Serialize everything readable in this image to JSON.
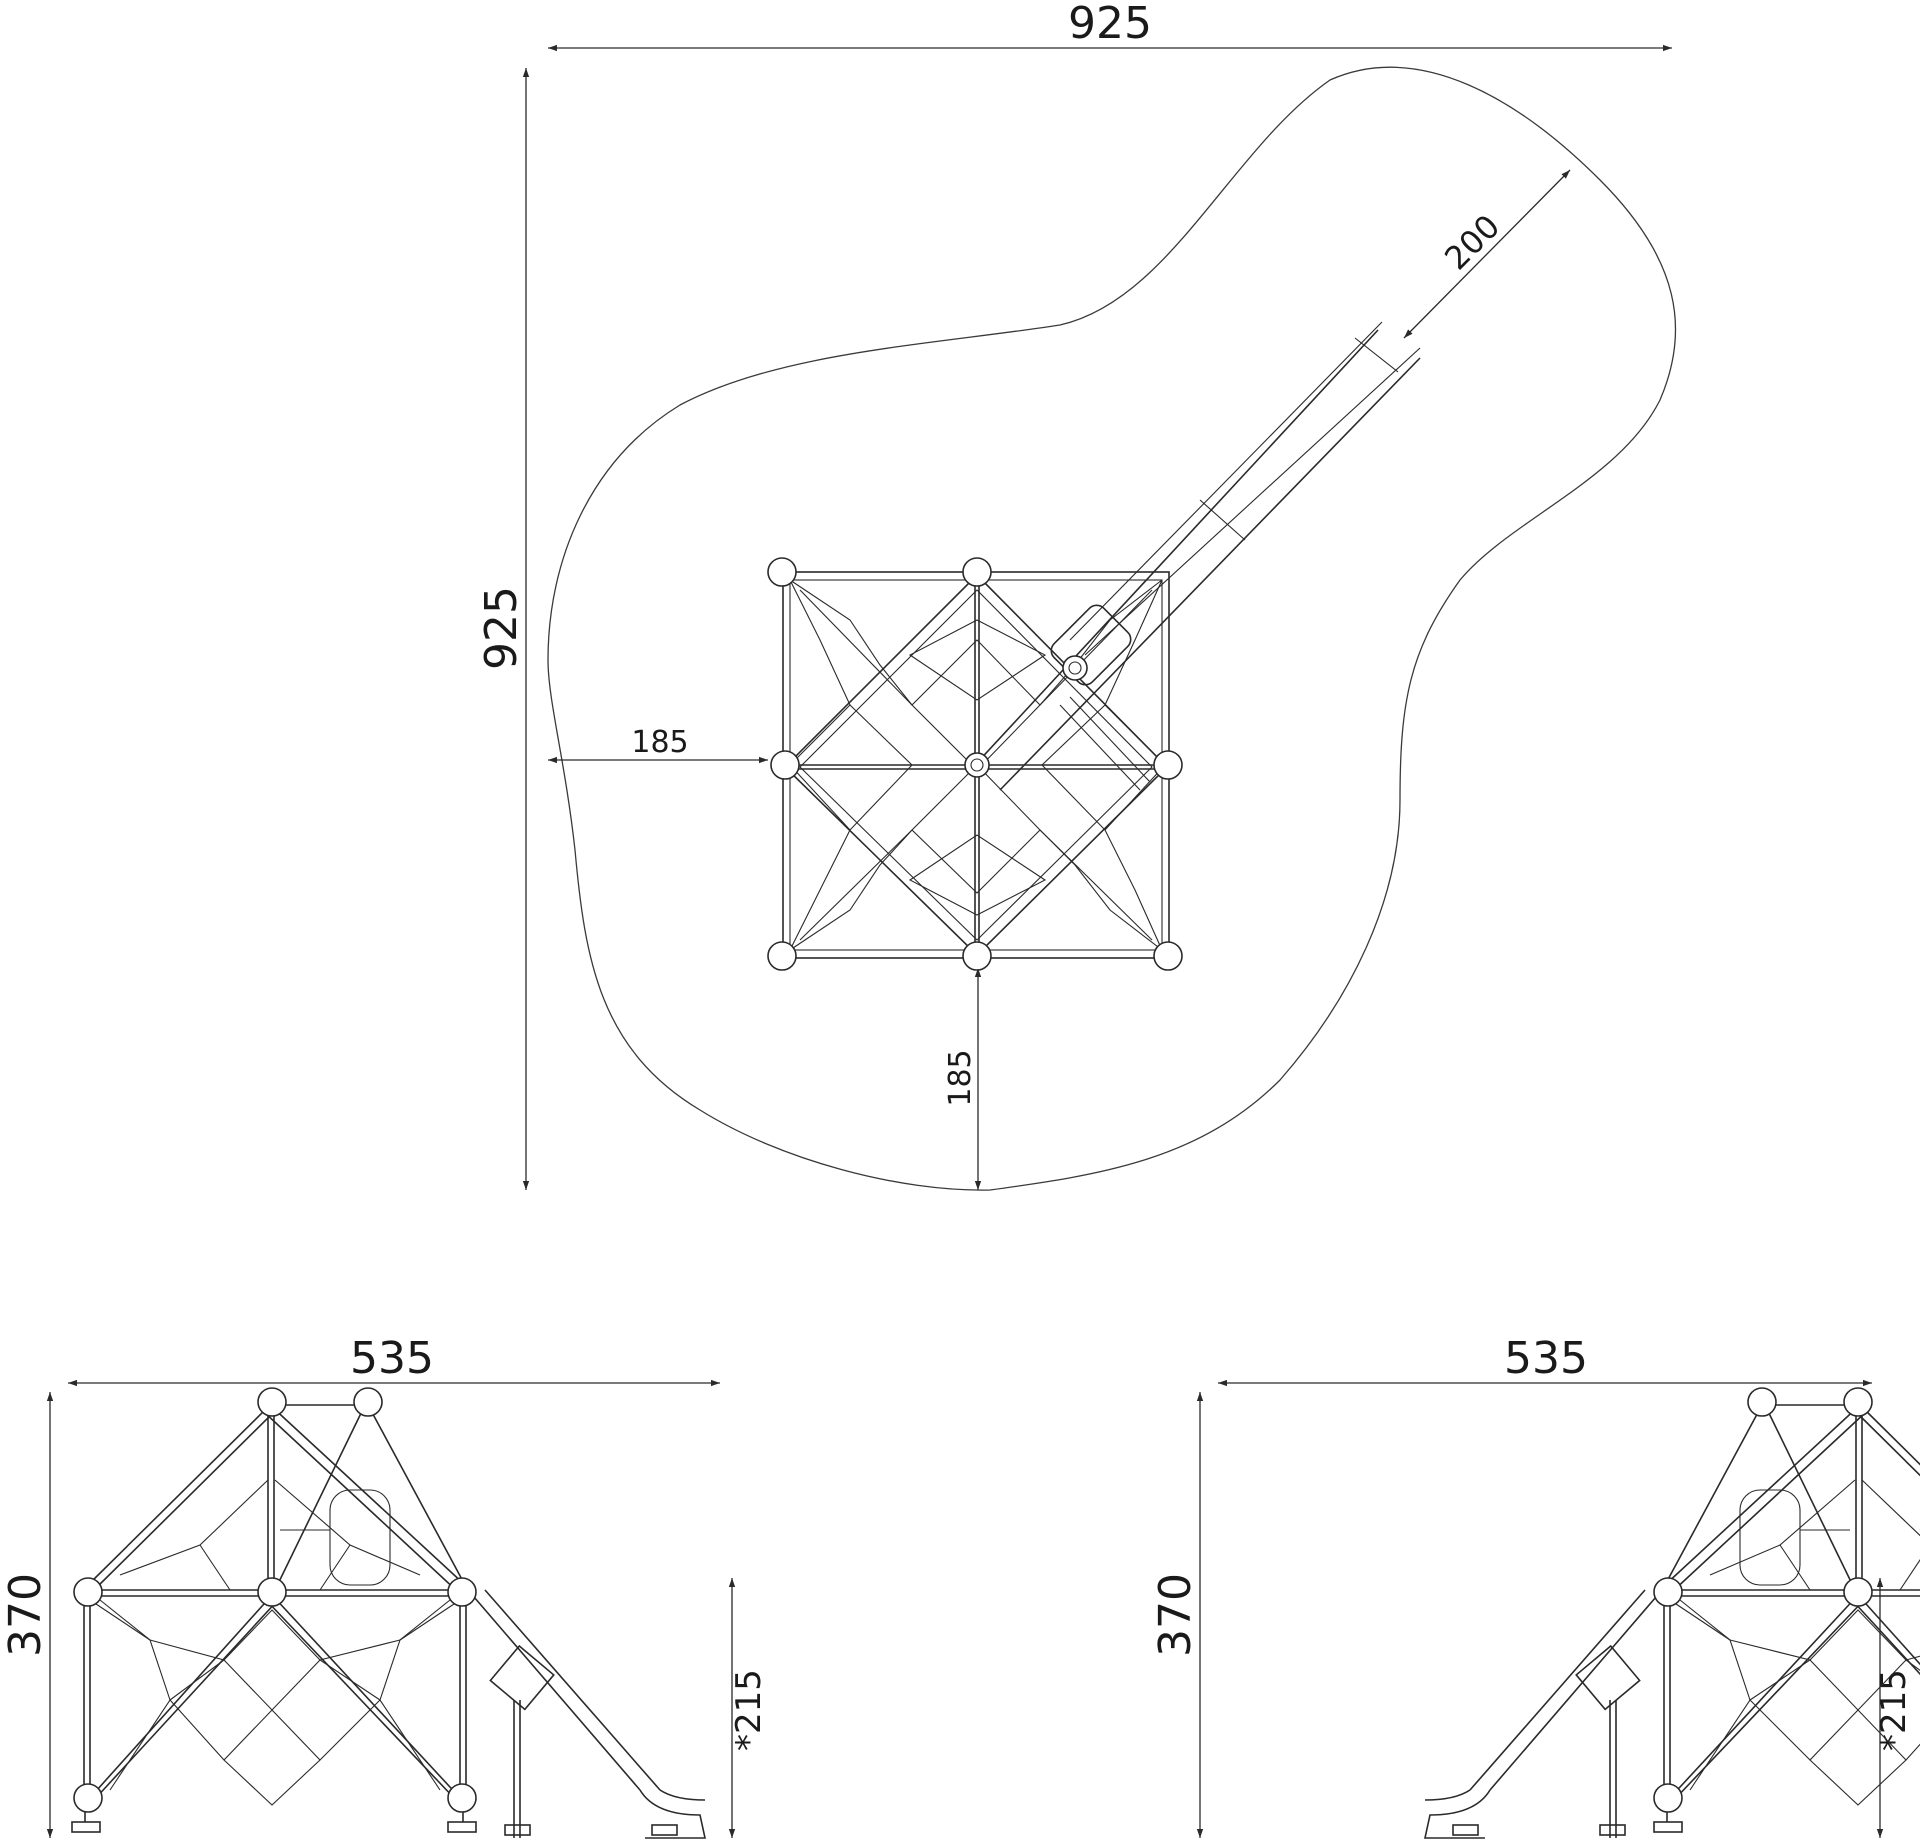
{
  "colors": {
    "line": "#2a2a2a",
    "background": "#ffffff"
  },
  "plan": {
    "overall_width": "925",
    "overall_depth": "925",
    "left_clearance": "185",
    "bottom_clearance": "185",
    "slide_clearance": "200"
  },
  "left_elevation": {
    "width": "535",
    "height": "370",
    "platform_height": "*215"
  },
  "right_elevation": {
    "width": "535",
    "height": "370",
    "platform_height": "*215"
  }
}
